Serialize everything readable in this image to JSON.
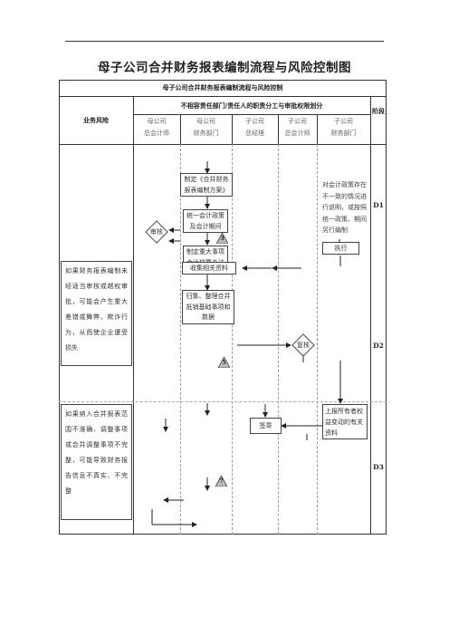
{
  "doc": {
    "title": "母子公司合并财务报表编制流程与风险控制图",
    "table_title": "母子公司合并财务报表编制流程与风险控制",
    "header_risk": "业务风险",
    "header_roles": "不相容责任部门/责任人的职责分工与审批权限划分",
    "header_stage": "阶段",
    "roles": [
      {
        "line1": "母公司",
        "line2": "总会计师"
      },
      {
        "line1": "母公司",
        "line2": "财务部门"
      },
      {
        "line1": "子公司",
        "line2": "总经理"
      },
      {
        "line1": "子公司",
        "line2": "总会计师"
      },
      {
        "line1": "子公司",
        "line2": "财务部门"
      }
    ],
    "stages": [
      "D1",
      "D2",
      "D3"
    ]
  },
  "risks": [
    "如果财务报表编制未经适当审核或越权审批，可能会产生重大差错或舞弊、欺诈行为，从而使企业遭受损失",
    "如果纳入合并报表范围不准确、调整事项或合并调整事项不完整，可能导致财务报告信息不真实、不完整"
  ],
  "steps": {
    "s1": "制定《合并财务报表编制方案》",
    "s2": "统一会计政策及会计期间",
    "s3": "制定重大事项会计核算办法",
    "review": "审核",
    "note1": "对会计政策存在不一致的情况进行说明，或按照统一政策、期间另行编制",
    "execute": "执行",
    "s4": "收集相关资料",
    "s5": "归集、整理合并抵销基础事项和数据",
    "recheck": "复核",
    "note2": "上报所有者权益变动的有关资料",
    "sign": "签章"
  },
  "controls": [
    "3",
    "5",
    "7"
  ]
}
